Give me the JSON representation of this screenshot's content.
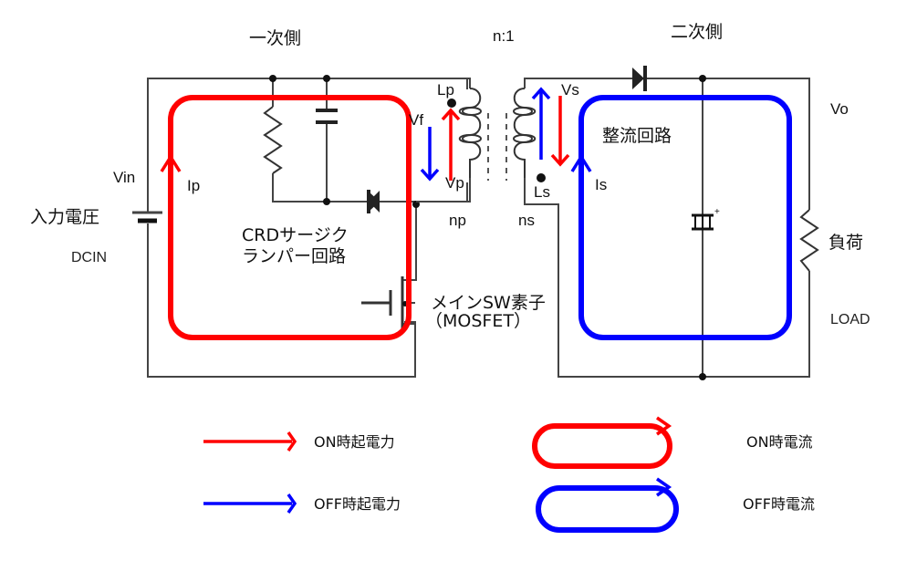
{
  "title": "Flyback converter current / EMF diagram",
  "colors": {
    "on": "#ff0000",
    "off": "#0000ff",
    "wire": "#444444"
  },
  "labels": {
    "primary_side": "一次側",
    "secondary_side": "二次側",
    "turns_ratio": "n:1",
    "vin": "Vin",
    "input_voltage": "入力電圧",
    "dcin": "DCIN",
    "ip": "Ip",
    "vf": "Vf",
    "lp": "Lp",
    "vp": "Vp",
    "np": "np",
    "ns": "ns",
    "vs": "Vs",
    "ls": "Ls",
    "is": "Is",
    "vo": "Vo",
    "rectifier": "整流回路",
    "load_jp": "負荷",
    "load": "LOAD",
    "crd_line1": "CRDサージク",
    "crd_line2": "ランパー回路",
    "mosfet_line1": "メインSW素子",
    "mosfet_line2": "（MOSFET）"
  },
  "legend": [
    {
      "symbol": "arrow",
      "color": "on",
      "label": "ON時起電力"
    },
    {
      "symbol": "loop",
      "color": "on",
      "label": "ON時電流"
    },
    {
      "symbol": "arrow",
      "color": "off",
      "label": "OFF時起電力"
    },
    {
      "symbol": "loop",
      "color": "off",
      "label": "OFF時電流"
    }
  ]
}
